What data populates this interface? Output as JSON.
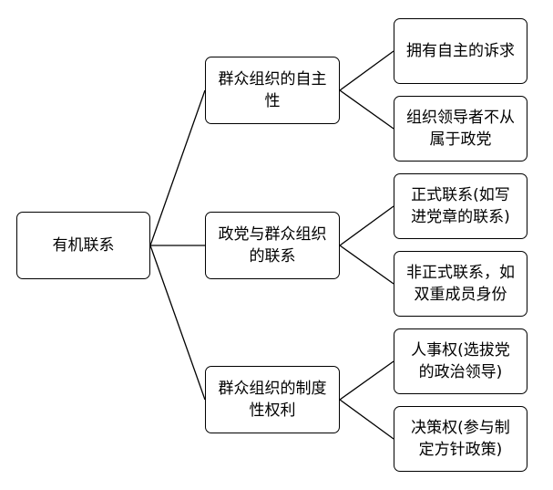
{
  "diagram": {
    "root": {
      "label": "有机联系"
    },
    "branches": [
      {
        "label": "群众组织的自主\n性",
        "leaves": [
          {
            "label": "拥有自主的诉求"
          },
          {
            "label": "组织领导者不从\n属于政党"
          }
        ]
      },
      {
        "label": "政党与群众组织\n的联系",
        "leaves": [
          {
            "label": "正式联系(如写\n进党章的联系)"
          },
          {
            "label": "非正式联系，如\n双重成员身份"
          }
        ]
      },
      {
        "label": "群众组织的制度\n性权利",
        "leaves": [
          {
            "label": "人事权(选拔党\n的政治领导)"
          },
          {
            "label": "决策权(参与制\n定方针政策)"
          }
        ]
      }
    ]
  }
}
